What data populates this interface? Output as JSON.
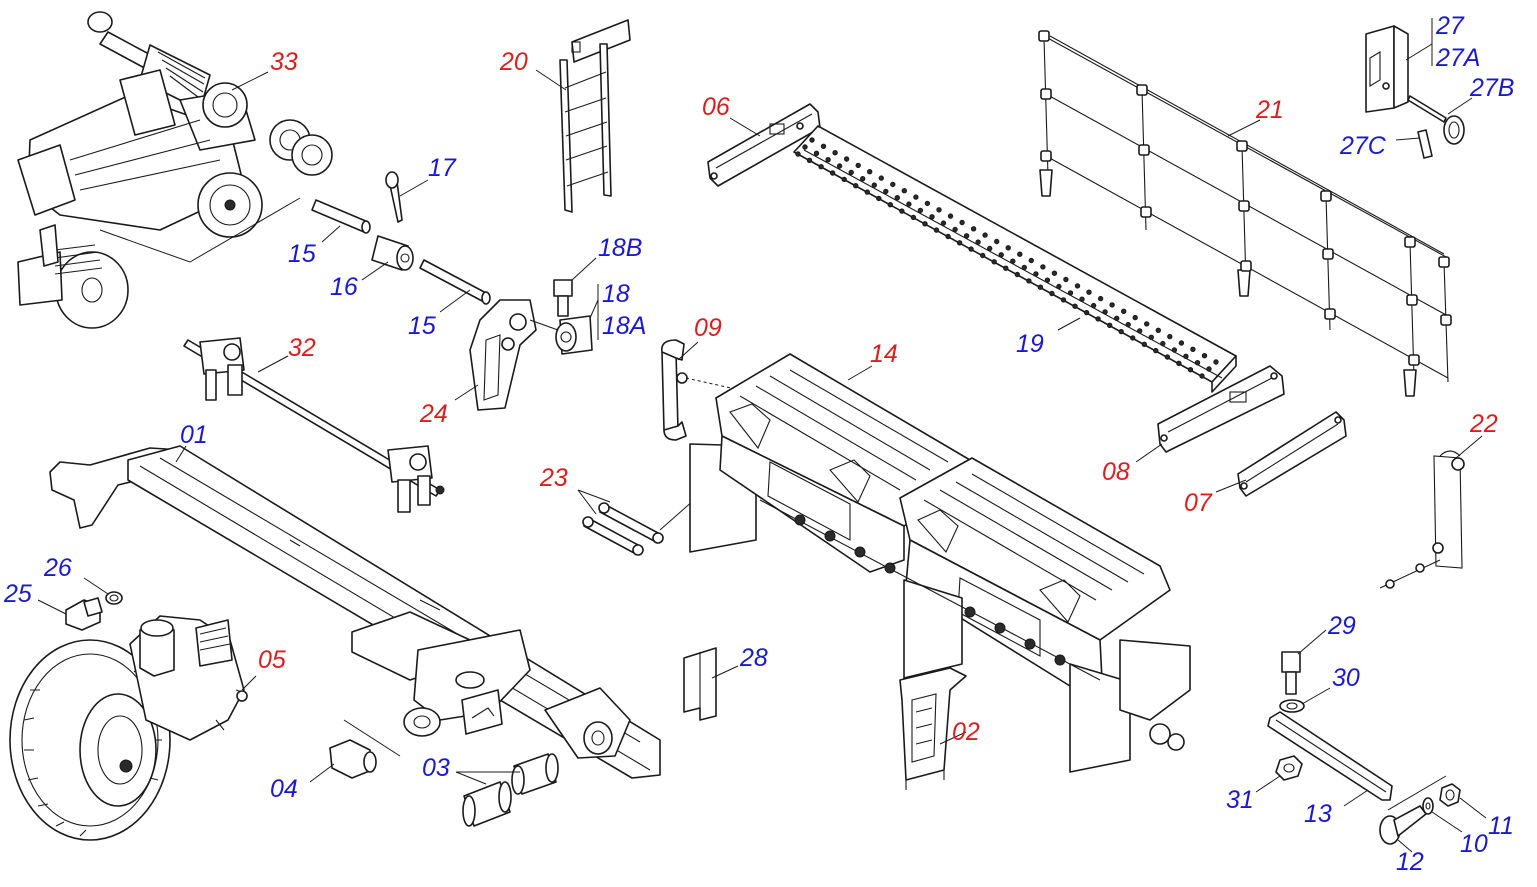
{
  "colors": {
    "primary_part": "#d91e1e",
    "secondary_part": "#1a1acc",
    "line": "#1a1a1a",
    "background": "#ffffff"
  },
  "labels": {
    "l01": "01",
    "l02": "02",
    "l03": "03",
    "l04": "04",
    "l05": "05",
    "l06": "06",
    "l07": "07",
    "l08": "08",
    "l09": "09",
    "l10": "10",
    "l11": "11",
    "l12": "12",
    "l13": "13",
    "l14": "14",
    "l15a": "15",
    "l15b": "15",
    "l16": "16",
    "l17": "17",
    "l18": "18",
    "l18a": "18A",
    "l18b": "18B",
    "l19": "19",
    "l20": "20",
    "l21": "21",
    "l22": "22",
    "l23": "23",
    "l24": "24",
    "l25": "25",
    "l26": "26",
    "l27": "27",
    "l27a": "27A",
    "l27b": "27B",
    "l27c": "27C",
    "l28": "28",
    "l29": "29",
    "l30": "30",
    "l31": "31",
    "l32": "32",
    "l33": "33"
  }
}
